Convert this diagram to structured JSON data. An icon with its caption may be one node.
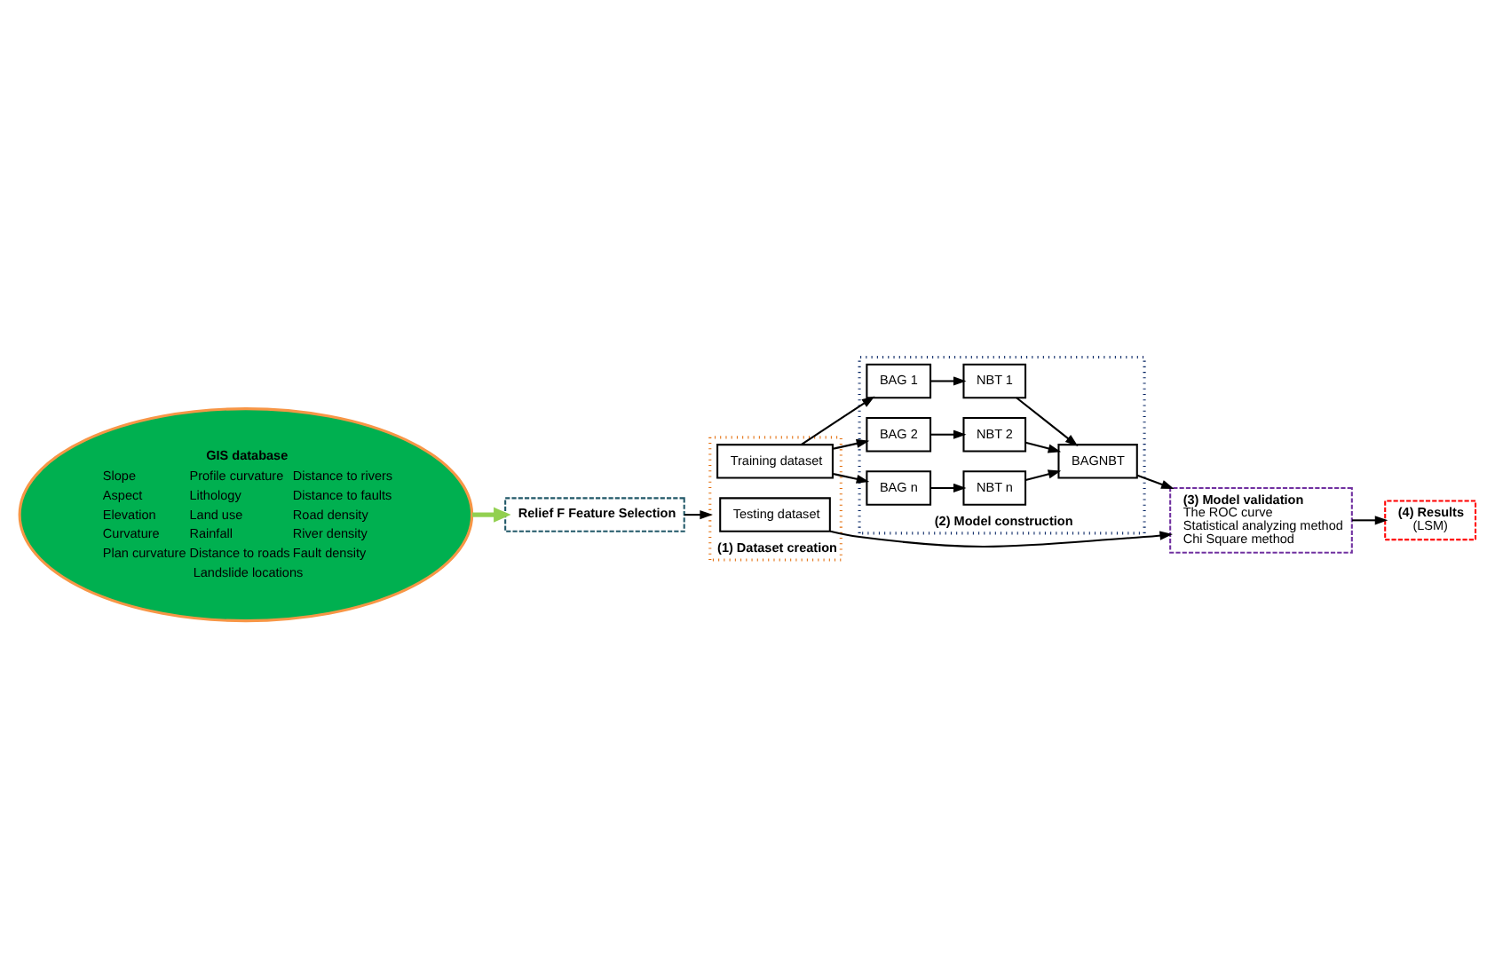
{
  "diagram": {
    "nodes": [
      {
        "text": [
          "GIS database",
          "Slope",
          "Aspect",
          "Elevation",
          "Curvature",
          "Plan curvature",
          "Profile curvature",
          "Lithology",
          "Land use",
          "Rainfall",
          "Distance to roads",
          "Distance to rivers",
          "Distance to faults",
          "Road density",
          "River density",
          "Fault density",
          "Landslide locations"
        ]
      },
      {
        "text": [
          "Relief F Feature Selection"
        ]
      },
      {
        "text": [
          "(1) Dataset creation"
        ]
      },
      {
        "text": [
          "Testing dataset"
        ],
        "in": 2
      },
      {
        "text": [
          "Training dataset"
        ],
        "in": 2
      },
      {
        "text": [
          "(2) Model construction"
        ]
      },
      {
        "text": [
          "BAG 1"
        ],
        "in": 5
      },
      {
        "text": [
          "NBT 1"
        ],
        "in": 5
      },
      {
        "text": [
          "BAG 2"
        ],
        "in": 5
      },
      {
        "text": [
          "NBT 2"
        ],
        "in": 5
      },
      {
        "text": [
          "BAG n"
        ],
        "in": 5
      },
      {
        "text": [
          "NBT n"
        ],
        "in": 5
      },
      {
        "text": [
          "BAGNBT"
        ],
        "in": 5
      },
      {
        "text": [
          "(3) Model validation",
          "The ROC curve",
          "Statistical analyzing method",
          "Chi Square method"
        ]
      },
      {
        "text": [
          "(4) Results",
          "(LSM)"
        ]
      }
    ],
    "edges": [
      {
        "from": 0,
        "to": 1,
        "arrow": "to",
        "style": "thick",
        "color": "#92d050"
      },
      {
        "from": 1,
        "to": 2,
        "arrow": "to"
      },
      {
        "from": 4,
        "to": 6,
        "arrow": "to"
      },
      {
        "from": 4,
        "to": 8,
        "arrow": "to"
      },
      {
        "from": 4,
        "to": 10,
        "arrow": "to"
      },
      {
        "from": 6,
        "to": 7,
        "arrow": "to"
      },
      {
        "from": 8,
        "to": 9,
        "arrow": "to"
      },
      {
        "from": 10,
        "to": 11,
        "arrow": "to"
      },
      {
        "from": 7,
        "to": 12,
        "arrow": "to"
      },
      {
        "from": 9,
        "to": 12,
        "arrow": "to"
      },
      {
        "from": 11,
        "to": 12,
        "arrow": "to"
      },
      {
        "from": 12,
        "to": 13,
        "arrow": "to"
      },
      {
        "from": 3,
        "to": 13,
        "arrow": "to"
      },
      {
        "from": 13,
        "to": 14,
        "arrow": "to"
      }
    ]
  }
}
